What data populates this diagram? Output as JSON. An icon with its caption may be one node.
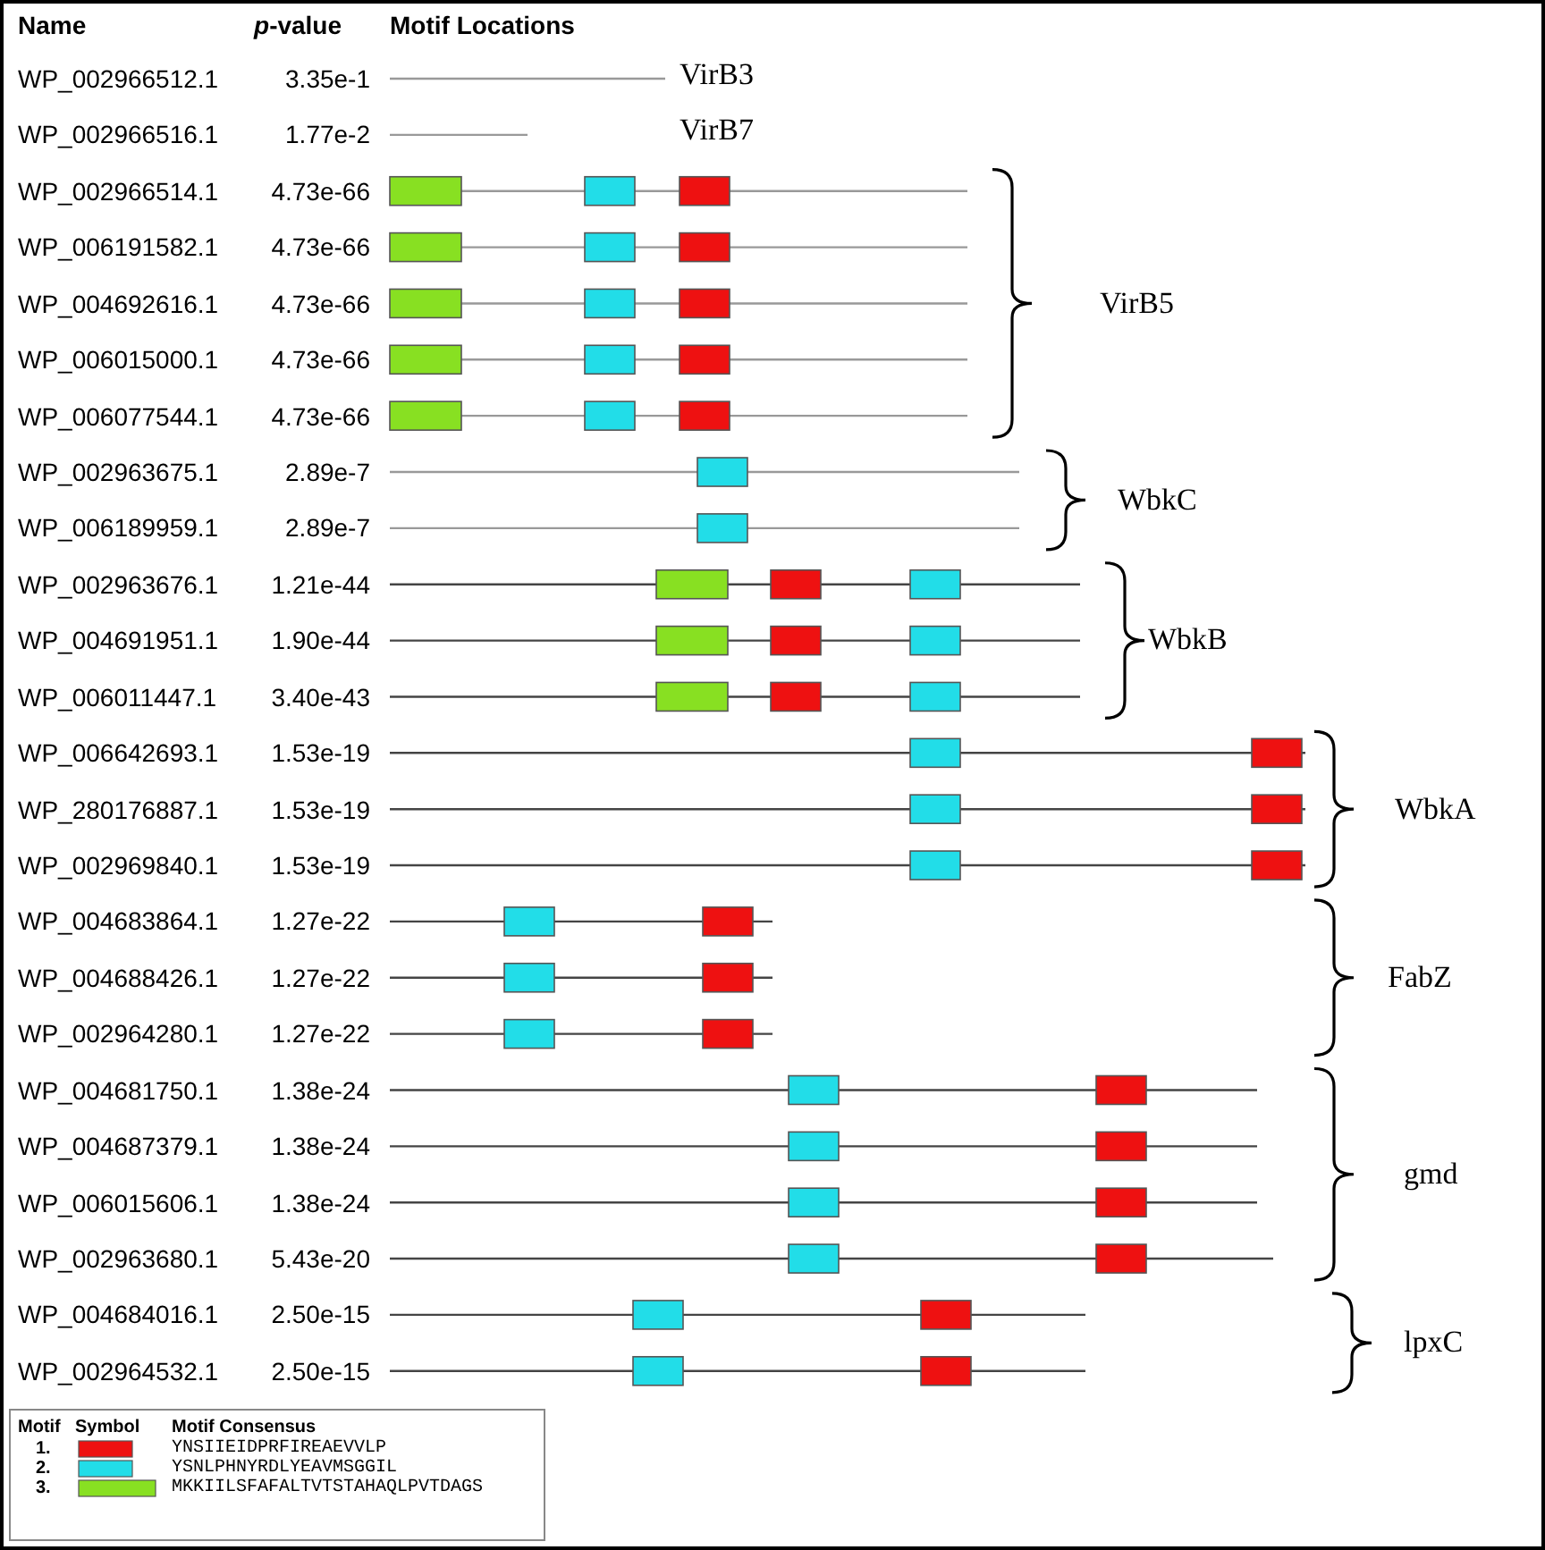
{
  "diagram": {
    "labels": [
      "Name",
      "*p*-value",
      "Motif Locations",
      "WP_002966512.1",
      "3.35e-1",
      "WP_002966516.1",
      "1.77e-2",
      "WP_002966514.1",
      "4.73e-66",
      "WP_006191582.1",
      "4.73e-66",
      "WP_004692616.1",
      "4.73e-66",
      "WP_006015000.1",
      "4.73e-66",
      "WP_006077544.1",
      "4.73e-66",
      "WP_002963675.1",
      "2.89e-7",
      "WP_006189959.1",
      "2.89e-7",
      "WP_002963676.1",
      "1.21e-44",
      "WP_004691951.1",
      "1.90e-44",
      "WP_006011447.1",
      "3.40e-43",
      "WP_006642693.1",
      "1.53e-19",
      "WP_280176887.1",
      "1.53e-19",
      "WP_002969840.1",
      "1.53e-19",
      "WP_004683864.1",
      "1.27e-22",
      "WP_004688426.1",
      "1.27e-22",
      "WP_002964280.1",
      "1.27e-22",
      "WP_004681750.1",
      "1.38e-24",
      "WP_004687379.1",
      "1.38e-24",
      "WP_006015606.1",
      "1.38e-24",
      "WP_002963680.1",
      "5.43e-20",
      "WP_004684016.1",
      "2.50e-15",
      "WP_002964532.1",
      "2.50e-15",
      "VirB3",
      "VirB7",
      "VirB5",
      "WbkC",
      "WbkB",
      "WbkA",
      "FabZ",
      "gmd",
      "lpxC",
      "Motif",
      "Symbol",
      "Motif Consensus",
      "1.",
      "2.",
      "3."
    ],
    "legend": [
      {
        "text": "YNSIIEIDPRFIREAEVVLP",
        "color": "#ee1111"
      },
      {
        "text": "YSNLPHNYRDLYEAVMSGGIL",
        "color": "#22dde8"
      },
      {
        "text": "MKKIILSFAFALTVTSTAHAQLPVTDAGS",
        "color": "#88e022"
      }
    ]
  }
}
